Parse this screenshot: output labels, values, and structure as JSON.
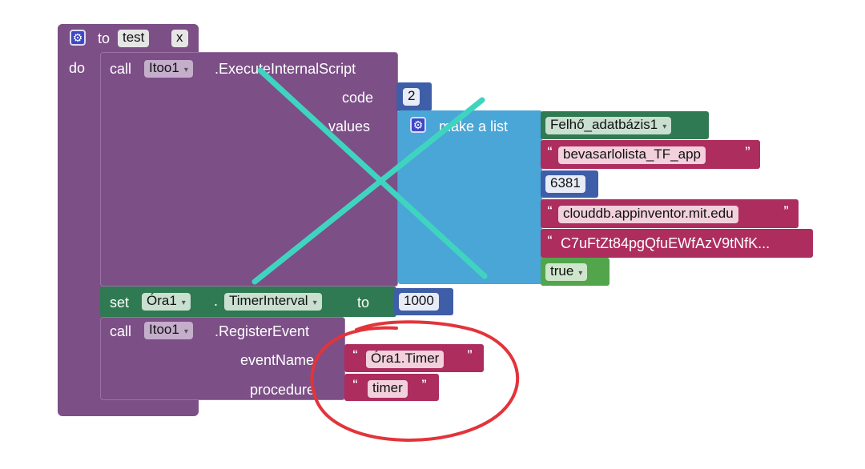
{
  "procedure": {
    "to_label": "to",
    "name": "test",
    "param": "x",
    "do_label": "do"
  },
  "call1": {
    "call_label": "call",
    "component": "Itoo1",
    "method": ".ExecuteInternalScript",
    "code_label": "code",
    "code_value": "2",
    "values_label": "values"
  },
  "list": {
    "make_label": "make a list",
    "item_db": "Felhő_adatbázis1",
    "item_str1": "bevasarlolista_TF_app",
    "item_num": "6381",
    "item_str2": "clouddb.appinventor.mit.edu",
    "item_str3": "C7uFtZt84pgQfuEWfAzV9tNfK...",
    "item_bool": "true"
  },
  "set": {
    "set_label": "set",
    "component": "Óra1",
    "dot": ".",
    "property": "TimerInterval",
    "to_label": "to",
    "value": "1000"
  },
  "call2": {
    "call_label": "call",
    "component": "Itoo1",
    "method": ".RegisterEvent",
    "event_label": "eventName",
    "event_value": "Óra1.Timer",
    "proc_label": "procedure",
    "proc_value": "timer"
  },
  "colors": {
    "procedure": "#7c4f86",
    "list": "#4aa6d6",
    "text": "#ad2d5f",
    "number": "#3f5ea8",
    "setter": "#2f7a52",
    "logic": "#52a54b",
    "cross_annotation": "#3fd4c0",
    "circle_annotation": "#e2343a"
  }
}
